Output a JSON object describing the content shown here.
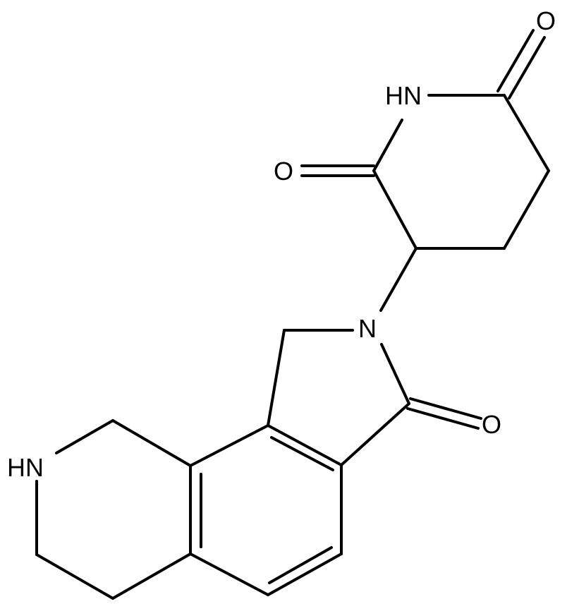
{
  "atoms": {
    "o_top": "O",
    "nh_imide": "HN",
    "o_left": "O",
    "n_lactam": "N",
    "o_lactam": "O",
    "nh_amine": "HN"
  },
  "colors": {
    "bond": "#000000",
    "label": "#000000",
    "background": "#ffffff"
  }
}
